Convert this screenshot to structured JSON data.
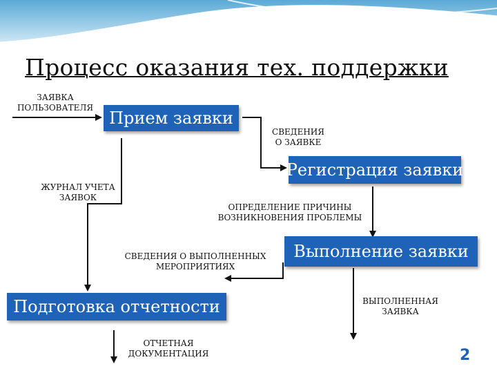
{
  "title": "Процесс оказания тех. поддержки",
  "boxes": {
    "intake": "Прием заявки",
    "registration": "Регистрация заявки",
    "execution": "Выполнение заявки",
    "reporting": "Подготовка отчетности"
  },
  "labels": {
    "user_request_1": "ЗАЯВКА",
    "user_request_2": "ПОЛЬЗОВАТЕЛЯ",
    "request_info_1": "СВЕДЕНИЯ",
    "request_info_2": "О ЗАЯВКЕ",
    "log_1": "ЖУРНАЛ УЧЕТА",
    "log_2": "ЗАЯВОК",
    "cause_1": "ОПРЕДЕЛЕНИЕ ПРИЧИНЫ",
    "cause_2": "ВОЗНИКНОВЕНИЯ ПРОБЛЕМЫ",
    "done_info_1": "СВЕДЕНИЯ О ВЫПОЛНЕННЫХ",
    "done_info_2": "МЕРОПРИЯТИЯХ",
    "completed_1": "ВЫПОЛНЕННАЯ",
    "completed_2": "ЗАЯВКА",
    "docs_1": "ОТЧЕТНАЯ",
    "docs_2": "ДОКУМЕНТАЦИЯ"
  },
  "page_number": "2",
  "colors": {
    "box": "#1e63b8",
    "page_number": "#1e63b8",
    "arrow": "#111111"
  }
}
